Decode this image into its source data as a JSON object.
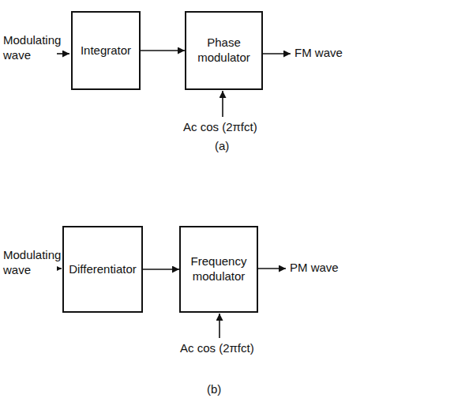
{
  "diagram": {
    "nodes": [
      {
        "text": [
          "Integrator"
        ]
      },
      {
        "text": [
          "Phase modulator"
        ]
      },
      {
        "text": [
          "Differentiator"
        ]
      },
      {
        "text": [
          "Frequency modulator"
        ]
      }
    ],
    "edges": [
      {
        "from": 0,
        "to": 1,
        "arrow": "to"
      },
      {
        "from": 2,
        "to": 3,
        "arrow": "to"
      }
    ],
    "labels": [
      "Modulating wave",
      "FM wave",
      "Ac cos (2πfct)",
      "(a)",
      "Modulating wave",
      "PM wave",
      "Ac cos (2πfct)",
      "(b)"
    ]
  }
}
